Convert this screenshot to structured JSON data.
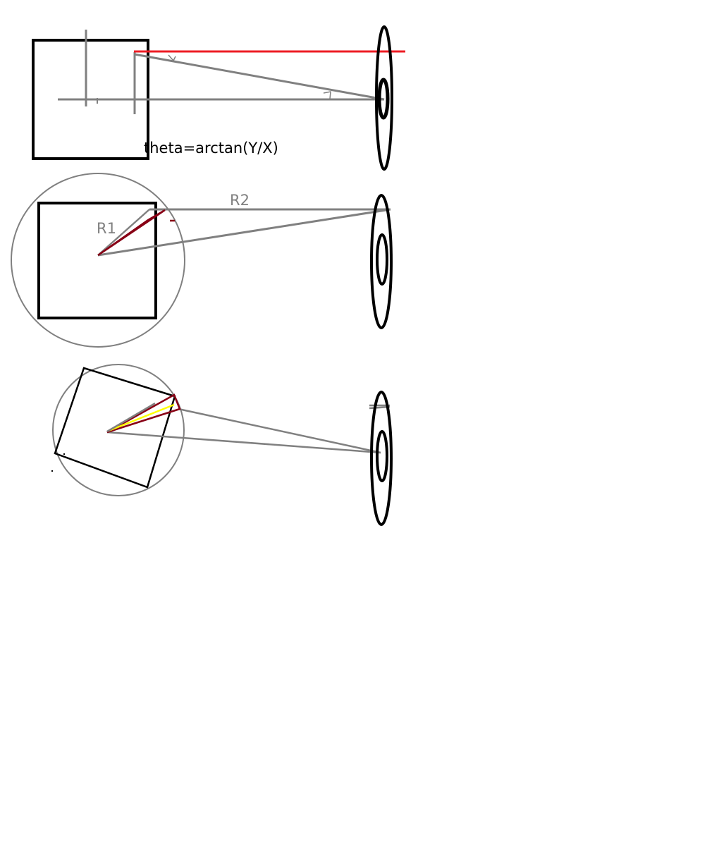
{
  "diagram": {
    "formula": "theta=arctan(Y/X)",
    "radius_label_1": "R1",
    "radius_label_2": "R2",
    "colors": {
      "background": "#ffffff",
      "outline": "#000000",
      "construction_line": "#808080",
      "reference_line": "#ed1c24",
      "triangle": "#880015",
      "highlight": "#ffff00",
      "label_gray": "#808080"
    }
  }
}
